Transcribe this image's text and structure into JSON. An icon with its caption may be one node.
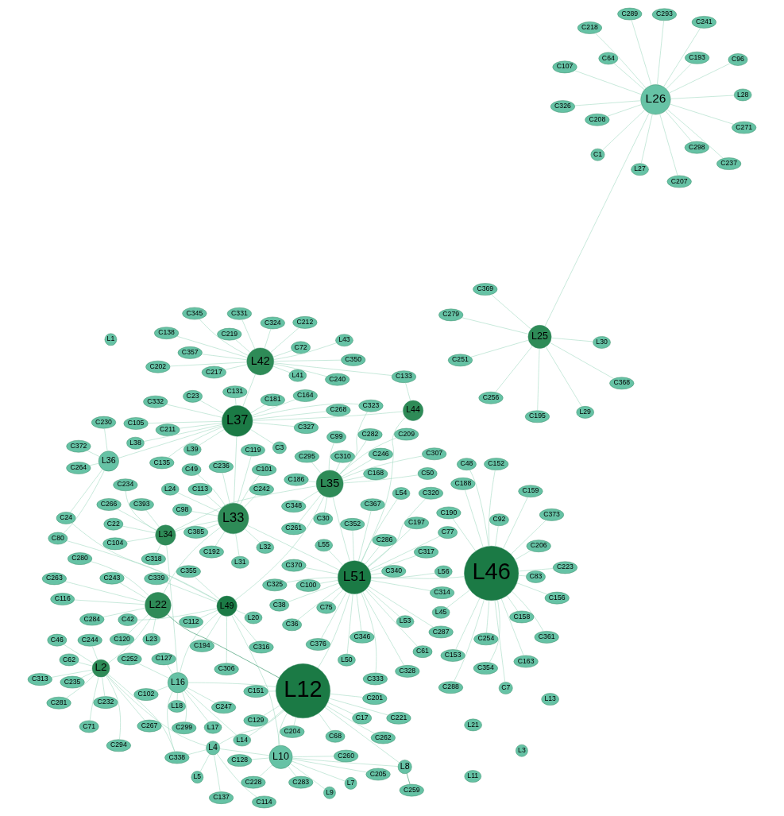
{
  "diagram": {
    "nodes": [
      {
        "text": [
          "L46"
        ]
      },
      {
        "text": [
          "C206"
        ]
      },
      {
        "text": [
          "C7"
        ]
      },
      {
        "text": [
          "C48"
        ]
      },
      {
        "text": [
          "C92"
        ]
      },
      {
        "text": [
          "C254"
        ]
      },
      {
        "text": [
          "C288"
        ]
      },
      {
        "text": [
          "C223"
        ]
      },
      {
        "text": [
          "C354"
        ]
      },
      {
        "text": [
          "C361"
        ]
      },
      {
        "text": [
          "C163"
        ]
      },
      {
        "text": [
          "C153"
        ]
      },
      {
        "text": [
          "C373"
        ]
      },
      {
        "text": [
          "C159"
        ]
      },
      {
        "text": [
          "C152"
        ]
      },
      {
        "text": [
          "C83"
        ]
      },
      {
        "text": [
          "C156"
        ]
      },
      {
        "text": [
          "C188"
        ]
      },
      {
        "text": [
          "L45"
        ]
      },
      {
        "text": [
          "C190"
        ]
      },
      {
        "text": [
          "C158"
        ]
      },
      {
        "text": [
          "L51"
        ]
      },
      {
        "text": [
          "C197"
        ]
      },
      {
        "text": [
          "C320"
        ]
      },
      {
        "text": [
          "C367"
        ]
      },
      {
        "text": [
          "C333"
        ]
      },
      {
        "text": [
          "C77"
        ]
      },
      {
        "text": [
          "C75"
        ]
      },
      {
        "text": [
          "L50"
        ]
      },
      {
        "text": [
          "C61"
        ]
      },
      {
        "text": [
          "C286"
        ]
      },
      {
        "text": [
          "L53"
        ]
      },
      {
        "text": [
          "C376"
        ]
      },
      {
        "text": [
          "C370"
        ]
      },
      {
        "text": [
          "C317"
        ]
      },
      {
        "text": [
          "C346"
        ]
      },
      {
        "text": [
          "C340"
        ]
      },
      {
        "text": [
          "L54"
        ]
      },
      {
        "text": [
          "C325"
        ]
      },
      {
        "text": [
          "C38"
        ]
      },
      {
        "text": [
          "C352"
        ]
      },
      {
        "text": [
          "L55"
        ]
      },
      {
        "text": [
          "C100"
        ]
      },
      {
        "text": [
          "L56"
        ]
      },
      {
        "text": [
          "C314"
        ]
      },
      {
        "text": [
          "C36"
        ]
      },
      {
        "text": [
          "C287"
        ]
      },
      {
        "text": [
          "C328"
        ]
      },
      {
        "text": [
          "L44"
        ]
      },
      {
        "text": [
          "L42"
        ]
      },
      {
        "text": [
          "C357"
        ]
      },
      {
        "text": [
          "C350"
        ]
      },
      {
        "text": [
          "C212"
        ]
      },
      {
        "text": [
          "C324"
        ]
      },
      {
        "text": [
          "C72"
        ]
      },
      {
        "text": [
          "L41"
        ]
      },
      {
        "text": [
          "C217"
        ]
      },
      {
        "text": [
          "C345"
        ]
      },
      {
        "text": [
          "C240"
        ]
      },
      {
        "text": [
          "C138"
        ]
      },
      {
        "text": [
          "C219"
        ]
      },
      {
        "text": [
          "C331"
        ]
      },
      {
        "text": [
          "C202"
        ]
      },
      {
        "text": [
          "L43"
        ]
      },
      {
        "text": [
          "C133"
        ]
      },
      {
        "text": [
          "L37"
        ]
      },
      {
        "text": [
          "C181"
        ]
      },
      {
        "text": [
          "C164"
        ]
      },
      {
        "text": [
          "C3"
        ]
      },
      {
        "text": [
          "C332"
        ]
      },
      {
        "text": [
          "L39"
        ]
      },
      {
        "text": [
          "C131"
        ]
      },
      {
        "text": [
          "C23"
        ]
      },
      {
        "text": [
          "C105"
        ]
      },
      {
        "text": [
          "C211"
        ]
      },
      {
        "text": [
          "C327"
        ]
      },
      {
        "text": [
          "C323"
        ]
      },
      {
        "text": [
          "C135"
        ]
      },
      {
        "text": [
          "L38"
        ]
      },
      {
        "text": [
          "C268"
        ]
      },
      {
        "text": [
          "L36"
        ]
      },
      {
        "text": [
          "C372"
        ]
      },
      {
        "text": [
          "C230"
        ]
      },
      {
        "text": [
          "C264"
        ]
      },
      {
        "text": [
          "L35"
        ]
      },
      {
        "text": [
          "C99"
        ]
      },
      {
        "text": [
          "C246"
        ]
      },
      {
        "text": [
          "C295"
        ]
      },
      {
        "text": [
          "C310"
        ]
      },
      {
        "text": [
          "C261"
        ]
      },
      {
        "text": [
          "C209"
        ]
      },
      {
        "text": [
          "C348"
        ]
      },
      {
        "text": [
          "C307"
        ]
      },
      {
        "text": [
          "C282"
        ]
      },
      {
        "text": [
          "C186"
        ]
      },
      {
        "text": [
          "C30"
        ]
      },
      {
        "text": [
          "C168"
        ]
      },
      {
        "text": [
          "C50"
        ]
      },
      {
        "text": [
          "L34"
        ]
      },
      {
        "text": [
          "C318"
        ]
      },
      {
        "text": [
          "C393"
        ]
      },
      {
        "text": [
          "C234"
        ]
      },
      {
        "text": [
          "C22"
        ]
      },
      {
        "text": [
          "C104"
        ]
      },
      {
        "text": [
          "C266"
        ]
      },
      {
        "text": [
          "L49"
        ]
      },
      {
        "text": [
          "C316"
        ]
      },
      {
        "text": [
          "L20"
        ]
      },
      {
        "text": [
          "C80"
        ]
      },
      {
        "text": [
          "C355"
        ]
      },
      {
        "text": [
          "C306"
        ]
      },
      {
        "text": [
          "C24"
        ]
      },
      {
        "text": [
          "C112"
        ]
      },
      {
        "text": [
          "C194"
        ]
      },
      {
        "text": [
          "C42"
        ]
      },
      {
        "text": [
          "C339"
        ]
      },
      {
        "text": [
          "L16"
        ]
      },
      {
        "text": [
          "L18"
        ]
      },
      {
        "text": [
          "L17"
        ]
      },
      {
        "text": [
          "C127"
        ]
      },
      {
        "text": [
          "C102"
        ]
      },
      {
        "text": [
          "C299"
        ]
      },
      {
        "text": [
          "C247"
        ]
      },
      {
        "text": [
          "C338"
        ]
      },
      {
        "text": [
          "L14"
        ]
      },
      {
        "text": [
          "C252"
        ]
      },
      {
        "text": [
          "L33"
        ]
      },
      {
        "text": [
          "C385"
        ]
      },
      {
        "text": [
          "C101"
        ]
      },
      {
        "text": [
          "C113"
        ]
      },
      {
        "text": [
          "C236"
        ]
      },
      {
        "text": [
          "C119"
        ]
      },
      {
        "text": [
          "C192"
        ]
      },
      {
        "text": [
          "C242"
        ]
      },
      {
        "text": [
          "C49"
        ]
      },
      {
        "text": [
          "C98"
        ]
      },
      {
        "text": [
          "L31"
        ]
      },
      {
        "text": [
          "L32"
        ]
      },
      {
        "text": [
          "L24"
        ]
      },
      {
        "text": [
          "L25"
        ]
      },
      {
        "text": [
          "C368"
        ]
      },
      {
        "text": [
          "C195"
        ]
      },
      {
        "text": [
          "C369"
        ]
      },
      {
        "text": [
          "L30"
        ]
      },
      {
        "text": [
          "C279"
        ]
      },
      {
        "text": [
          "C251"
        ]
      },
      {
        "text": [
          "L29"
        ]
      },
      {
        "text": [
          "C256"
        ]
      },
      {
        "text": [
          "L26"
        ]
      },
      {
        "text": [
          "L27"
        ]
      },
      {
        "text": [
          "C326"
        ]
      },
      {
        "text": [
          "C271"
        ]
      },
      {
        "text": [
          "L28"
        ]
      },
      {
        "text": [
          "C293"
        ]
      },
      {
        "text": [
          "C298"
        ]
      },
      {
        "text": [
          "C237"
        ]
      },
      {
        "text": [
          "C218"
        ]
      },
      {
        "text": [
          "C107"
        ]
      },
      {
        "text": [
          "C64"
        ]
      },
      {
        "text": [
          "C208"
        ]
      },
      {
        "text": [
          "C1"
        ]
      },
      {
        "text": [
          "C193"
        ]
      },
      {
        "text": [
          "C241"
        ]
      },
      {
        "text": [
          "C289"
        ]
      },
      {
        "text": [
          "C207"
        ]
      },
      {
        "text": [
          "C96"
        ]
      },
      {
        "text": [
          "L23"
        ]
      },
      {
        "text": [
          "L22"
        ]
      },
      {
        "text": [
          "C120"
        ]
      },
      {
        "text": [
          "C243"
        ]
      },
      {
        "text": [
          "C284"
        ]
      },
      {
        "text": [
          "C116"
        ]
      },
      {
        "text": [
          "C263"
        ]
      },
      {
        "text": [
          "C280"
        ]
      },
      {
        "text": [
          "L2"
        ]
      },
      {
        "text": [
          "C244"
        ]
      },
      {
        "text": [
          "C232"
        ]
      },
      {
        "text": [
          "C294"
        ]
      },
      {
        "text": [
          "C313"
        ]
      },
      {
        "text": [
          "C62"
        ]
      },
      {
        "text": [
          "C46"
        ]
      },
      {
        "text": [
          "C71"
        ]
      },
      {
        "text": [
          "C281"
        ]
      },
      {
        "text": [
          "C267"
        ]
      },
      {
        "text": [
          "C235"
        ]
      },
      {
        "text": [
          "L4"
        ]
      },
      {
        "text": [
          "L5"
        ]
      },
      {
        "text": [
          "C114"
        ]
      },
      {
        "text": [
          "C137"
        ]
      },
      {
        "text": [
          "L21"
        ]
      },
      {
        "text": [
          "L3"
        ]
      },
      {
        "text": [
          "L1"
        ]
      },
      {
        "text": [
          "L12"
        ]
      },
      {
        "text": [
          "C151"
        ]
      },
      {
        "text": [
          "C221"
        ]
      },
      {
        "text": [
          "C17"
        ]
      },
      {
        "text": [
          "C204"
        ]
      },
      {
        "text": [
          "C262"
        ]
      },
      {
        "text": [
          "C201"
        ]
      },
      {
        "text": [
          "C129"
        ]
      },
      {
        "text": [
          "C68"
        ]
      },
      {
        "text": [
          "L10"
        ]
      },
      {
        "text": [
          "C128"
        ]
      },
      {
        "text": [
          "C205"
        ]
      },
      {
        "text": [
          "C228"
        ]
      },
      {
        "text": [
          "L7"
        ]
      },
      {
        "text": [
          "C283"
        ]
      },
      {
        "text": [
          "C260"
        ]
      },
      {
        "text": [
          "L9"
        ]
      },
      {
        "text": [
          "L8"
        ]
      },
      {
        "text": [
          "C259"
        ]
      },
      {
        "text": [
          "L11"
        ]
      },
      {
        "text": [
          "L13"
        ]
      }
    ],
    "edges": [
      {
        "from": 0,
        "to": 1,
        "arrow": "none"
      },
      {
        "from": 0,
        "to": 2,
        "arrow": "none"
      },
      {
        "from": 0,
        "to": 3,
        "arrow": "none"
      },
      {
        "from": 0,
        "to": 4,
        "arrow": "none"
      },
      {
        "from": 0,
        "to": 5,
        "arrow": "none"
      },
      {
        "from": 0,
        "to": 6,
        "arrow": "none"
      },
      {
        "from": 0,
        "to": 7,
        "arrow": "none"
      },
      {
        "from": 0,
        "to": 8,
        "arrow": "none"
      },
      {
        "from": 0,
        "to": 9,
        "arrow": "none"
      },
      {
        "from": 0,
        "to": 10,
        "arrow": "none"
      },
      {
        "from": 0,
        "to": 11,
        "arrow": "none"
      },
      {
        "from": 0,
        "to": 12,
        "arrow": "none"
      },
      {
        "from": 0,
        "to": 13,
        "arrow": "none"
      },
      {
        "from": 0,
        "to": 14,
        "arrow": "none"
      },
      {
        "from": 0,
        "to": 15,
        "arrow": "none"
      },
      {
        "from": 0,
        "to": 16,
        "arrow": "none"
      },
      {
        "from": 0,
        "to": 17,
        "arrow": "none"
      },
      {
        "from": 0,
        "to": 18,
        "arrow": "none"
      },
      {
        "from": 0,
        "to": 19,
        "arrow": "none"
      },
      {
        "from": 0,
        "to": 20,
        "arrow": "none"
      },
      {
        "from": 0,
        "to": 21,
        "arrow": "none"
      },
      {
        "from": 21,
        "to": 22,
        "arrow": "none"
      },
      {
        "from": 21,
        "to": 23,
        "arrow": "none"
      },
      {
        "from": 21,
        "to": 24,
        "arrow": "none"
      },
      {
        "from": 21,
        "to": 25,
        "arrow": "none"
      },
      {
        "from": 21,
        "to": 26,
        "arrow": "none"
      },
      {
        "from": 21,
        "to": 27,
        "arrow": "none"
      },
      {
        "from": 21,
        "to": 28,
        "arrow": "none"
      },
      {
        "from": 21,
        "to": 29,
        "arrow": "none"
      },
      {
        "from": 21,
        "to": 30,
        "arrow": "none"
      },
      {
        "from": 21,
        "to": 31,
        "arrow": "none"
      },
      {
        "from": 21,
        "to": 32,
        "arrow": "none"
      },
      {
        "from": 21,
        "to": 33,
        "arrow": "none"
      },
      {
        "from": 21,
        "to": 34,
        "arrow": "none"
      },
      {
        "from": 21,
        "to": 35,
        "arrow": "none"
      },
      {
        "from": 21,
        "to": 36,
        "arrow": "none"
      },
      {
        "from": 21,
        "to": 37,
        "arrow": "none"
      },
      {
        "from": 21,
        "to": 38,
        "arrow": "none"
      },
      {
        "from": 21,
        "to": 39,
        "arrow": "none"
      },
      {
        "from": 21,
        "to": 40,
        "arrow": "none"
      },
      {
        "from": 21,
        "to": 41,
        "arrow": "none"
      },
      {
        "from": 21,
        "to": 42,
        "arrow": "none"
      },
      {
        "from": 21,
        "to": 43,
        "arrow": "none"
      },
      {
        "from": 21,
        "to": 44,
        "arrow": "none"
      },
      {
        "from": 21,
        "to": 45,
        "arrow": "none"
      },
      {
        "from": 21,
        "to": 46,
        "arrow": "none"
      },
      {
        "from": 21,
        "to": 47,
        "arrow": "none"
      },
      {
        "from": 21,
        "to": 48,
        "arrow": "none"
      },
      {
        "from": 21,
        "to": 126,
        "arrow": "none"
      },
      {
        "from": 21,
        "to": 84,
        "arrow": "none"
      },
      {
        "from": 21,
        "to": 192,
        "arrow": "none"
      },
      {
        "from": 48,
        "to": 64,
        "arrow": "none"
      },
      {
        "from": 48,
        "to": 65,
        "arrow": "none"
      },
      {
        "from": 49,
        "to": 50,
        "arrow": "none"
      },
      {
        "from": 49,
        "to": 51,
        "arrow": "none"
      },
      {
        "from": 49,
        "to": 52,
        "arrow": "none"
      },
      {
        "from": 49,
        "to": 53,
        "arrow": "none"
      },
      {
        "from": 49,
        "to": 54,
        "arrow": "none"
      },
      {
        "from": 49,
        "to": 55,
        "arrow": "none"
      },
      {
        "from": 49,
        "to": 56,
        "arrow": "none"
      },
      {
        "from": 49,
        "to": 57,
        "arrow": "none"
      },
      {
        "from": 49,
        "to": 58,
        "arrow": "none"
      },
      {
        "from": 49,
        "to": 59,
        "arrow": "none"
      },
      {
        "from": 49,
        "to": 60,
        "arrow": "none"
      },
      {
        "from": 49,
        "to": 61,
        "arrow": "none"
      },
      {
        "from": 49,
        "to": 62,
        "arrow": "none"
      },
      {
        "from": 49,
        "to": 63,
        "arrow": "none"
      },
      {
        "from": 49,
        "to": 64,
        "arrow": "none"
      },
      {
        "from": 49,
        "to": 65,
        "arrow": "none"
      },
      {
        "from": 65,
        "to": 66,
        "arrow": "none"
      },
      {
        "from": 65,
        "to": 67,
        "arrow": "none"
      },
      {
        "from": 65,
        "to": 68,
        "arrow": "none"
      },
      {
        "from": 65,
        "to": 69,
        "arrow": "none"
      },
      {
        "from": 65,
        "to": 70,
        "arrow": "none"
      },
      {
        "from": 65,
        "to": 71,
        "arrow": "none"
      },
      {
        "from": 65,
        "to": 72,
        "arrow": "none"
      },
      {
        "from": 65,
        "to": 73,
        "arrow": "none"
      },
      {
        "from": 65,
        "to": 74,
        "arrow": "none"
      },
      {
        "from": 65,
        "to": 75,
        "arrow": "none"
      },
      {
        "from": 65,
        "to": 76,
        "arrow": "none"
      },
      {
        "from": 65,
        "to": 77,
        "arrow": "none"
      },
      {
        "from": 65,
        "to": 78,
        "arrow": "none"
      },
      {
        "from": 65,
        "to": 79,
        "arrow": "none"
      },
      {
        "from": 65,
        "to": 80,
        "arrow": "none"
      },
      {
        "from": 65,
        "to": 126,
        "arrow": "none"
      },
      {
        "from": 76,
        "to": 84,
        "arrow": "none"
      },
      {
        "from": 80,
        "to": 81,
        "arrow": "none"
      },
      {
        "from": 80,
        "to": 82,
        "arrow": "none"
      },
      {
        "from": 80,
        "to": 83,
        "arrow": "none"
      },
      {
        "from": 80,
        "to": 108,
        "arrow": "none"
      },
      {
        "from": 80,
        "to": 111,
        "arrow": "none"
      },
      {
        "from": 84,
        "to": 85,
        "arrow": "none"
      },
      {
        "from": 84,
        "to": 86,
        "arrow": "none"
      },
      {
        "from": 84,
        "to": 87,
        "arrow": "none"
      },
      {
        "from": 84,
        "to": 88,
        "arrow": "none"
      },
      {
        "from": 84,
        "to": 89,
        "arrow": "none"
      },
      {
        "from": 84,
        "to": 90,
        "arrow": "none"
      },
      {
        "from": 84,
        "to": 91,
        "arrow": "none"
      },
      {
        "from": 84,
        "to": 92,
        "arrow": "none"
      },
      {
        "from": 84,
        "to": 93,
        "arrow": "none"
      },
      {
        "from": 84,
        "to": 94,
        "arrow": "none"
      },
      {
        "from": 84,
        "to": 95,
        "arrow": "none"
      },
      {
        "from": 84,
        "to": 96,
        "arrow": "none"
      },
      {
        "from": 84,
        "to": 97,
        "arrow": "none"
      },
      {
        "from": 84,
        "to": 98,
        "arrow": "none"
      },
      {
        "from": 84,
        "to": 105,
        "arrow": "none"
      },
      {
        "from": 98,
        "to": 99,
        "arrow": "none"
      },
      {
        "from": 98,
        "to": 100,
        "arrow": "none"
      },
      {
        "from": 98,
        "to": 101,
        "arrow": "none"
      },
      {
        "from": 98,
        "to": 102,
        "arrow": "none"
      },
      {
        "from": 98,
        "to": 103,
        "arrow": "none"
      },
      {
        "from": 98,
        "to": 104,
        "arrow": "none"
      },
      {
        "from": 98,
        "to": 116,
        "arrow": "none"
      },
      {
        "from": 105,
        "to": 106,
        "arrow": "none"
      },
      {
        "from": 105,
        "to": 107,
        "arrow": "none"
      },
      {
        "from": 105,
        "to": 108,
        "arrow": "none"
      },
      {
        "from": 105,
        "to": 109,
        "arrow": "none"
      },
      {
        "from": 105,
        "to": 110,
        "arrow": "none"
      },
      {
        "from": 105,
        "to": 111,
        "arrow": "none"
      },
      {
        "from": 105,
        "to": 112,
        "arrow": "none"
      },
      {
        "from": 105,
        "to": 113,
        "arrow": "none"
      },
      {
        "from": 105,
        "to": 114,
        "arrow": "none"
      },
      {
        "from": 105,
        "to": 115,
        "arrow": "none"
      },
      {
        "from": 105,
        "to": 116,
        "arrow": "none"
      },
      {
        "from": 105,
        "to": 201,
        "arrow": "none"
      },
      {
        "from": 116,
        "to": 117,
        "arrow": "none"
      },
      {
        "from": 116,
        "to": 118,
        "arrow": "none"
      },
      {
        "from": 116,
        "to": 119,
        "arrow": "none"
      },
      {
        "from": 116,
        "to": 120,
        "arrow": "none"
      },
      {
        "from": 116,
        "to": 121,
        "arrow": "none"
      },
      {
        "from": 116,
        "to": 122,
        "arrow": "none"
      },
      {
        "from": 116,
        "to": 123,
        "arrow": "none"
      },
      {
        "from": 116,
        "to": 124,
        "arrow": "none"
      },
      {
        "from": 116,
        "to": 125,
        "arrow": "none"
      },
      {
        "from": 116,
        "to": 192,
        "arrow": "none"
      },
      {
        "from": 126,
        "to": 127,
        "arrow": "none"
      },
      {
        "from": 126,
        "to": 128,
        "arrow": "none"
      },
      {
        "from": 126,
        "to": 129,
        "arrow": "none"
      },
      {
        "from": 126,
        "to": 130,
        "arrow": "none"
      },
      {
        "from": 126,
        "to": 131,
        "arrow": "none"
      },
      {
        "from": 126,
        "to": 132,
        "arrow": "none"
      },
      {
        "from": 126,
        "to": 133,
        "arrow": "none"
      },
      {
        "from": 126,
        "to": 134,
        "arrow": "none"
      },
      {
        "from": 126,
        "to": 135,
        "arrow": "none"
      },
      {
        "from": 126,
        "to": 136,
        "arrow": "none"
      },
      {
        "from": 126,
        "to": 137,
        "arrow": "none"
      },
      {
        "from": 126,
        "to": 138,
        "arrow": "none"
      },
      {
        "from": 126,
        "to": 167,
        "arrow": "none"
      },
      {
        "from": 126,
        "to": 98,
        "arrow": "none"
      },
      {
        "from": 139,
        "to": 140,
        "arrow": "none"
      },
      {
        "from": 139,
        "to": 141,
        "arrow": "none"
      },
      {
        "from": 139,
        "to": 142,
        "arrow": "none"
      },
      {
        "from": 139,
        "to": 143,
        "arrow": "none"
      },
      {
        "from": 139,
        "to": 144,
        "arrow": "none"
      },
      {
        "from": 139,
        "to": 145,
        "arrow": "none"
      },
      {
        "from": 139,
        "to": 146,
        "arrow": "none"
      },
      {
        "from": 139,
        "to": 147,
        "arrow": "none"
      },
      {
        "from": 139,
        "to": 148,
        "arrow": "none"
      },
      {
        "from": 148,
        "to": 149,
        "arrow": "none"
      },
      {
        "from": 148,
        "to": 150,
        "arrow": "none"
      },
      {
        "from": 148,
        "to": 151,
        "arrow": "none"
      },
      {
        "from": 148,
        "to": 152,
        "arrow": "none"
      },
      {
        "from": 148,
        "to": 153,
        "arrow": "none"
      },
      {
        "from": 148,
        "to": 154,
        "arrow": "none"
      },
      {
        "from": 148,
        "to": 155,
        "arrow": "none"
      },
      {
        "from": 148,
        "to": 156,
        "arrow": "none"
      },
      {
        "from": 148,
        "to": 157,
        "arrow": "none"
      },
      {
        "from": 148,
        "to": 158,
        "arrow": "none"
      },
      {
        "from": 148,
        "to": 159,
        "arrow": "none"
      },
      {
        "from": 148,
        "to": 160,
        "arrow": "none"
      },
      {
        "from": 148,
        "to": 161,
        "arrow": "none"
      },
      {
        "from": 148,
        "to": 162,
        "arrow": "none"
      },
      {
        "from": 148,
        "to": 163,
        "arrow": "none"
      },
      {
        "from": 148,
        "to": 164,
        "arrow": "none"
      },
      {
        "from": 148,
        "to": 165,
        "arrow": "none"
      },
      {
        "from": 167,
        "to": 166,
        "arrow": "none"
      },
      {
        "from": 167,
        "to": 168,
        "arrow": "none"
      },
      {
        "from": 167,
        "to": 169,
        "arrow": "none"
      },
      {
        "from": 167,
        "to": 170,
        "arrow": "none"
      },
      {
        "from": 167,
        "to": 171,
        "arrow": "none"
      },
      {
        "from": 167,
        "to": 172,
        "arrow": "none"
      },
      {
        "from": 167,
        "to": 173,
        "arrow": "none"
      },
      {
        "from": 167,
        "to": 174,
        "arrow": "none"
      },
      {
        "from": 167,
        "to": 192,
        "arrow": "none",
        "color": "#3c9a6e"
      },
      {
        "from": 174,
        "to": 175,
        "arrow": "none"
      },
      {
        "from": 174,
        "to": 176,
        "arrow": "none"
      },
      {
        "from": 174,
        "to": 177,
        "arrow": "none"
      },
      {
        "from": 174,
        "to": 178,
        "arrow": "none"
      },
      {
        "from": 174,
        "to": 179,
        "arrow": "none"
      },
      {
        "from": 174,
        "to": 180,
        "arrow": "none"
      },
      {
        "from": 174,
        "to": 181,
        "arrow": "none"
      },
      {
        "from": 174,
        "to": 182,
        "arrow": "none"
      },
      {
        "from": 174,
        "to": 183,
        "arrow": "none"
      },
      {
        "from": 174,
        "to": 184,
        "arrow": "none"
      },
      {
        "from": 174,
        "to": 185,
        "arrow": "none"
      },
      {
        "from": 174,
        "to": 123,
        "arrow": "none"
      },
      {
        "from": 185,
        "to": 186,
        "arrow": "none"
      },
      {
        "from": 185,
        "to": 187,
        "arrow": "none"
      },
      {
        "from": 185,
        "to": 188,
        "arrow": "none"
      },
      {
        "from": 185,
        "to": 123,
        "arrow": "none"
      },
      {
        "from": 185,
        "to": 192,
        "arrow": "none"
      },
      {
        "from": 185,
        "to": 201,
        "arrow": "none"
      },
      {
        "from": 192,
        "to": 193,
        "arrow": "none"
      },
      {
        "from": 192,
        "to": 194,
        "arrow": "none"
      },
      {
        "from": 192,
        "to": 195,
        "arrow": "none"
      },
      {
        "from": 192,
        "to": 196,
        "arrow": "none"
      },
      {
        "from": 192,
        "to": 197,
        "arrow": "none"
      },
      {
        "from": 192,
        "to": 198,
        "arrow": "none"
      },
      {
        "from": 192,
        "to": 199,
        "arrow": "none"
      },
      {
        "from": 192,
        "to": 200,
        "arrow": "none"
      },
      {
        "from": 192,
        "to": 201,
        "arrow": "none"
      },
      {
        "from": 192,
        "to": 209,
        "arrow": "none"
      },
      {
        "from": 192,
        "to": 124,
        "arrow": "none"
      },
      {
        "from": 201,
        "to": 202,
        "arrow": "none"
      },
      {
        "from": 201,
        "to": 203,
        "arrow": "none"
      },
      {
        "from": 201,
        "to": 204,
        "arrow": "none"
      },
      {
        "from": 201,
        "to": 205,
        "arrow": "none"
      },
      {
        "from": 201,
        "to": 206,
        "arrow": "none"
      },
      {
        "from": 201,
        "to": 207,
        "arrow": "none"
      },
      {
        "from": 201,
        "to": 208,
        "arrow": "none"
      },
      {
        "from": 201,
        "to": 209,
        "arrow": "none"
      },
      {
        "from": 209,
        "to": 210,
        "arrow": "none",
        "color": "#3c9a6e"
      }
    ]
  }
}
